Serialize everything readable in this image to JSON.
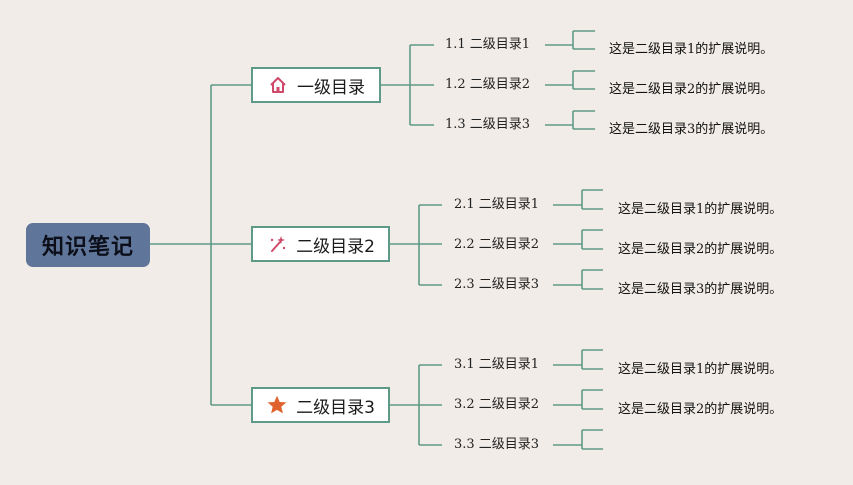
{
  "root": {
    "label": "知识笔记"
  },
  "branches": [
    {
      "label": "一级目录",
      "icon": "house-icon",
      "children": [
        {
          "label": "1.1 二级目录1",
          "note": "这是二级目录1的扩展说明。"
        },
        {
          "label": "1.2 二级目录2",
          "note": "这是二级目录2的扩展说明。"
        },
        {
          "label": "1.3 二级目录3",
          "note": "这是二级目录3的扩展说明。"
        }
      ]
    },
    {
      "label": "二级目录2",
      "icon": "magic-wand-icon",
      "children": [
        {
          "label": "2.1 二级目录1",
          "note": "这是二级目录1的扩展说明。"
        },
        {
          "label": "2.2 二级目录2",
          "note": "这是二级目录2的扩展说明。"
        },
        {
          "label": "2.3 二级目录3",
          "note": "这是二级目录3的扩展说明。"
        }
      ]
    },
    {
      "label": "二级目录3",
      "icon": "star-icon",
      "children": [
        {
          "label": "3.1 二级目录1",
          "note": "这是二级目录1的扩展说明。"
        },
        {
          "label": "3.2 二级目录2",
          "note": "这是二级目录2的扩展说明。"
        },
        {
          "label": "3.3 二级目录3",
          "note": ""
        }
      ]
    }
  ],
  "colors": {
    "background": "#f1ece8",
    "root_fill": "#5f769a",
    "connector": "#5f9a88",
    "house_icon": "#d0496b",
    "wand_icon": "#d0496b",
    "star_icon": "#e0632f"
  }
}
